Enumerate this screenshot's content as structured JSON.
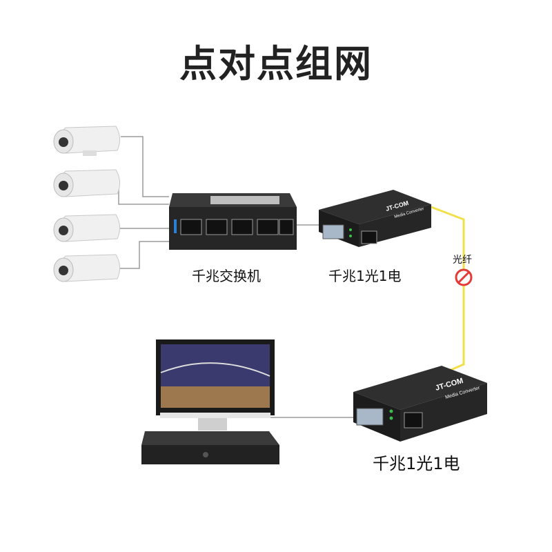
{
  "title": "点对点组网",
  "labels": {
    "switch": "千兆交换机",
    "converter_top": "千兆1光1电",
    "converter_bottom": "千兆1光1电",
    "fiber": "光纤"
  },
  "brand": {
    "converter_top": "JT-COM",
    "converter_top_sub": "Media Converter",
    "converter_bottom": "JT-COM",
    "converter_bottom_sub": "Media Converter"
  },
  "colors": {
    "fiber": "#f2e04a",
    "cable": "#9a9a9a",
    "device": "#262626",
    "camera": "#f2f2f2",
    "no_sign": "#e53935"
  }
}
